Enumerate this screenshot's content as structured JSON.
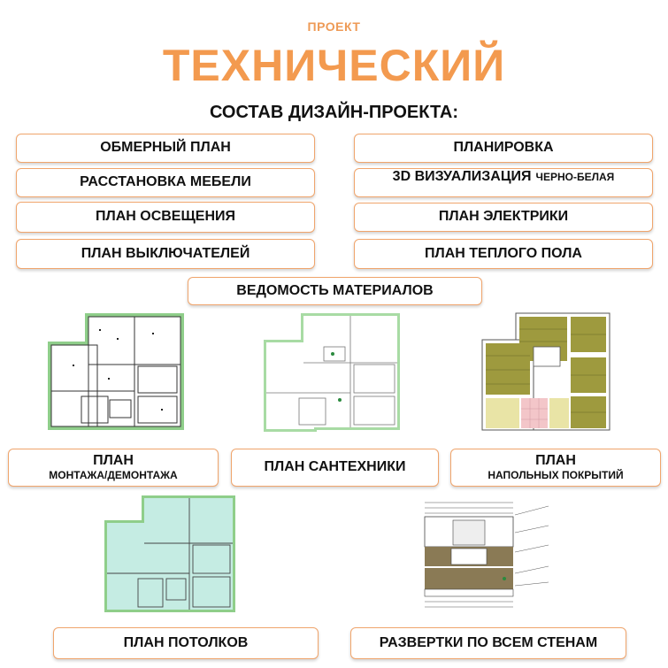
{
  "header": {
    "kicker": "ПРОЕКТ",
    "title": "ТЕХНИЧЕСКИЙ",
    "subtitle": "СОСТАВ ДИЗАЙН-ПРОЕКТА:"
  },
  "items": {
    "measure_plan": "ОБМЕРНЫЙ ПЛАН",
    "layout": "ПЛАНИРОВКА",
    "furniture": "РАССТАНОВКА МЕБЕЛИ",
    "viz_main": "3D ВИЗУАЛИЗАЦИЯ",
    "viz_note": "ЧЕРНО-БЕЛАЯ",
    "lighting": "ПЛАН ОСВЕЩЕНИЯ",
    "electric": "ПЛАН ЭЛЕКТРИКИ",
    "switches": "ПЛАН ВЫКЛЮЧАТЕЛЕЙ",
    "warm_floor": "ПЛАН ТЕПЛОГО ПОЛА",
    "materials": "ВЕДОМОСТЬ  МАТЕРИАЛОВ",
    "mount_title": "ПЛАН",
    "mount_sub": "МОНТАЖА/ДЕМОНТАЖА",
    "plumbing": "ПЛАН САНТЕХНИКИ",
    "floor_title": "ПЛАН",
    "floor_sub": "НАПОЛЬНЫХ ПОКРЫТИЙ",
    "ceilings": "ПЛАН ПОТОЛКОВ",
    "walls": "РАЗВЕРТКИ ПО ВСЕМ СТЕНАМ"
  },
  "colors": {
    "accent": "#f39a4f",
    "border": "#f0a56c",
    "plan_wall_green": "#8fce8a",
    "floor_tile_olive": "#9e9a3e",
    "floor_tile_pink": "#f3c6c9",
    "floor_tile_yellow": "#e9e4a6",
    "ceiling_teal": "#c5ece3",
    "wood_brown": "#8a7a55"
  }
}
